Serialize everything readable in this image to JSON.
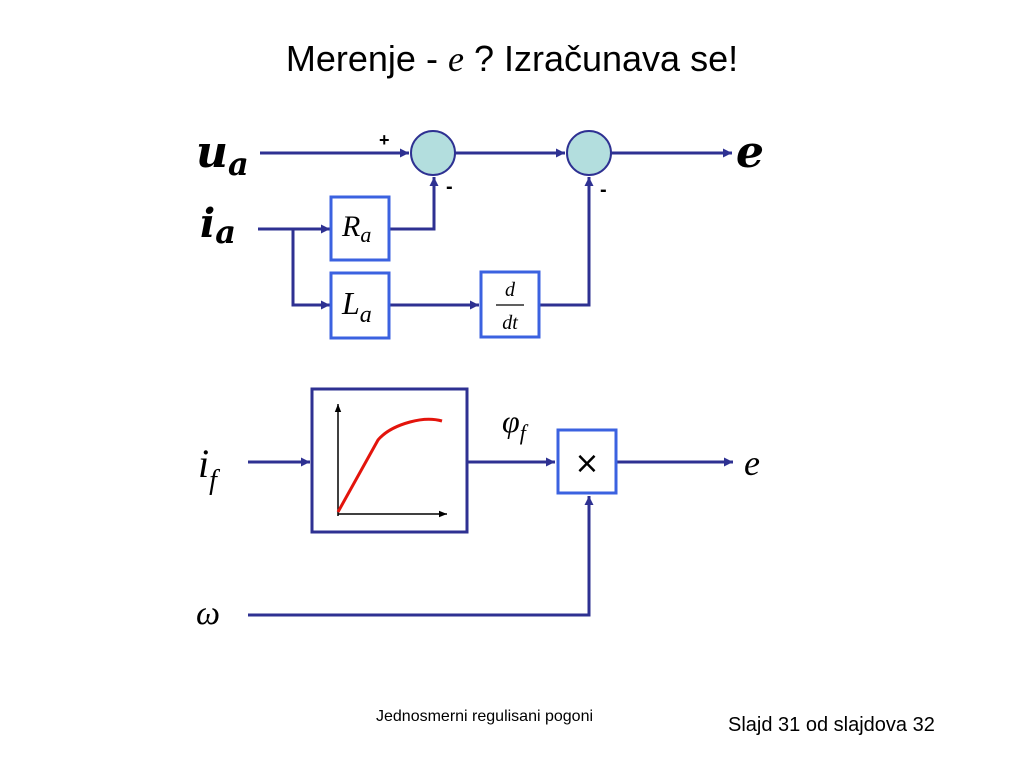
{
  "title": {
    "before": "Merenje - ",
    "variable": "e",
    "after": " ? Izračunava se!"
  },
  "diagram1": {
    "input_ua": {
      "base": "u",
      "sub": "a"
    },
    "input_ia": {
      "base": "i",
      "sub": "a"
    },
    "output": "e",
    "sum1_plus": "+",
    "sum1_minus": "-",
    "sum2_minus": "-",
    "block_ra": {
      "base": "R",
      "sub": "a"
    },
    "block_la": {
      "base": "L",
      "sub": "a"
    },
    "block_ddt": {
      "numerator": "d",
      "denominator": "dt"
    }
  },
  "diagram2": {
    "input_if": {
      "base": "i",
      "sub": "f"
    },
    "input_omega": "ω",
    "phi_label": {
      "base": "φ",
      "sub": "f"
    },
    "multiplier": "×",
    "output": "e"
  },
  "footer": {
    "center": "Jednosmerni regulisani pogoni",
    "right": "Slajd 31 od slajdova 32"
  },
  "colors": {
    "line": "#2e3192",
    "block_border": "#3b62e0",
    "summer_fill": "#b3dede",
    "curve": "#e3140c"
  }
}
